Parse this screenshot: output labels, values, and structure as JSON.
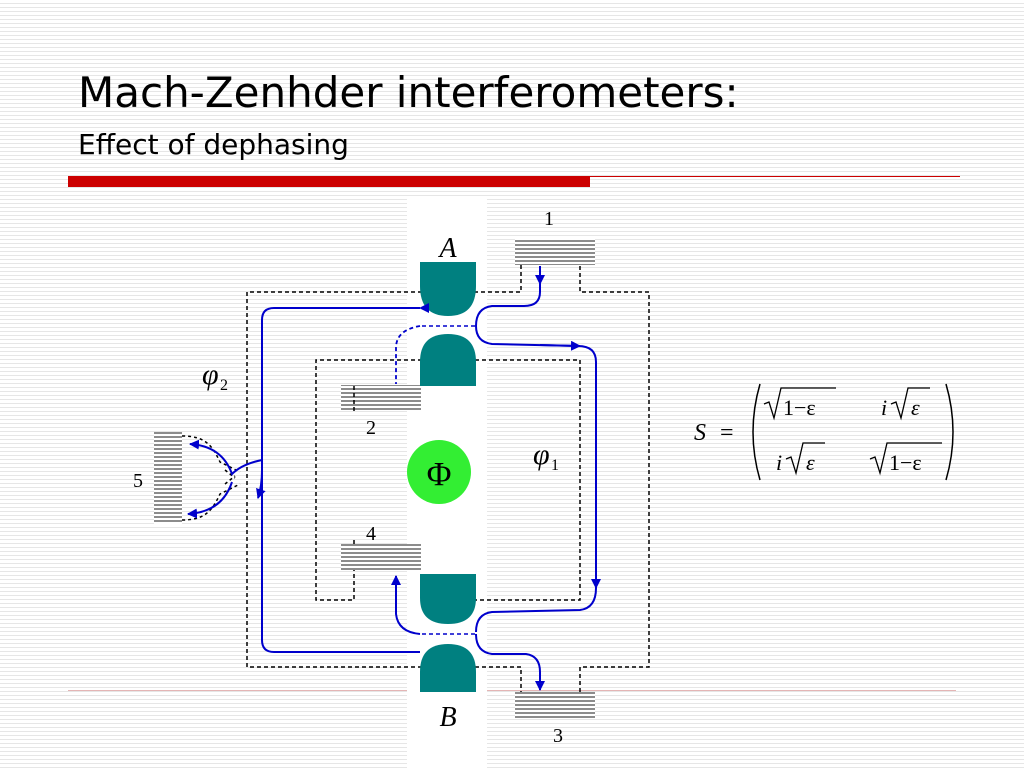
{
  "slide": {
    "title": "Mach-Zenhder interferometers:",
    "subtitle": "Effect of dephasing"
  },
  "diagram": {
    "contact_labels": [
      "1",
      "2",
      "3",
      "4",
      "5"
    ],
    "qpc_labels": {
      "top": "A",
      "bottom": "B"
    },
    "flux_symbol": "Φ",
    "phase_1": {
      "symbol": "φ",
      "subscript": "1"
    },
    "phase_2": {
      "symbol": "φ",
      "subscript": "2"
    },
    "colors": {
      "edge_channel": "#0000cc",
      "qpc": "#008080",
      "flux": "#33ee33",
      "contact": "#999999",
      "gate_outline": "#000000",
      "title_rule": "#cc0000"
    }
  },
  "matrix": {
    "lhs": "S",
    "equals": "=",
    "row1": {
      "c1_root": "1−ε",
      "c2_prefix": "i",
      "c2_root": "ε"
    },
    "row2": {
      "c1_prefix": "i",
      "c1_root": "ε",
      "c2_root": "1−ε"
    }
  }
}
